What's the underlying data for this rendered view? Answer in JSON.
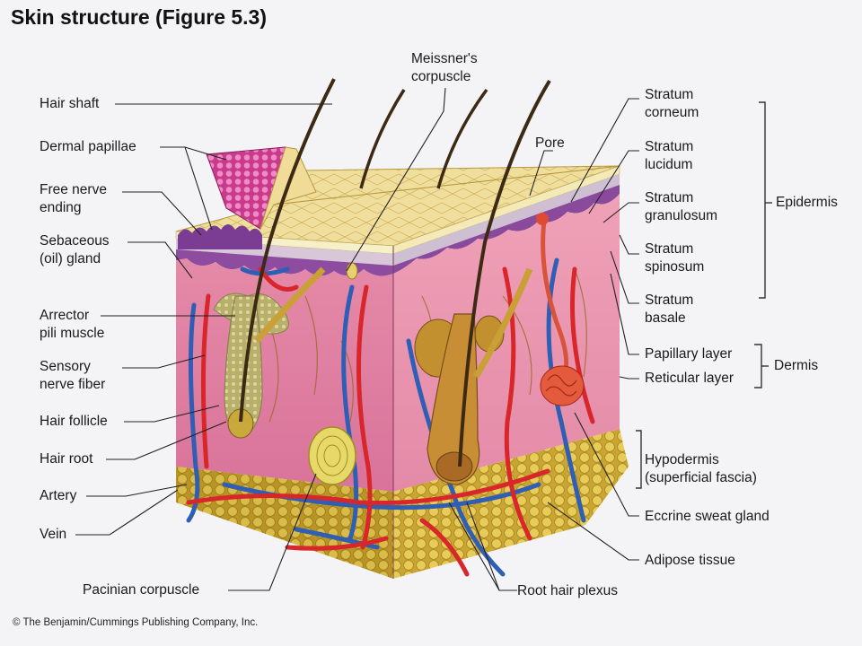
{
  "title": "Skin structure (Figure 5.3)",
  "credit": "© The Benjamin/Cummings Publishing Company, Inc.",
  "labels": {
    "hair_shaft": "Hair shaft",
    "dermal_papillae": "Dermal papillae",
    "free_nerve_ending": "Free nerve\nending",
    "sebaceous_gland": "Sebaceous\n(oil) gland",
    "arrector_pili": "Arrector\npili muscle",
    "sensory_nerve_fiber": "Sensory\nnerve fiber",
    "hair_follicle": "Hair follicle",
    "hair_root": "Hair root",
    "artery": "Artery",
    "vein": "Vein",
    "pacinian_corpuscle": "Pacinian corpuscle",
    "meissners_corpuscle": "Meissner's\ncorpuscle",
    "pore": "Pore",
    "stratum_corneum": "Stratum\ncorneum",
    "stratum_lucidum": "Stratum\nlucidum",
    "stratum_granulosum": "Stratum\ngranulosum",
    "stratum_spinosum": "Stratum\nspinosum",
    "stratum_basale": "Stratum\nbasale",
    "papillary_layer": "Papillary layer",
    "reticular_layer": "Reticular layer",
    "hypodermis": "Hypodermis\n(superficial fascia)",
    "eccrine_sweat_gland": "Eccrine sweat gland",
    "adipose_tissue": "Adipose tissue",
    "root_hair_plexus": "Root hair plexus",
    "epidermis": "Epidermis",
    "dermis": "Dermis"
  },
  "colors": {
    "epidermis_surface": "#efdc96",
    "dermis": "#e889a6",
    "hypodermis_fat": "#e0c24e",
    "artery": "#d8262b",
    "vein": "#2f5fb4",
    "hair": "#4a3418",
    "follicle": "#b98a3a",
    "basal_layer": "#7a3f93"
  },
  "icons": [
    "skin-block-illustration"
  ]
}
